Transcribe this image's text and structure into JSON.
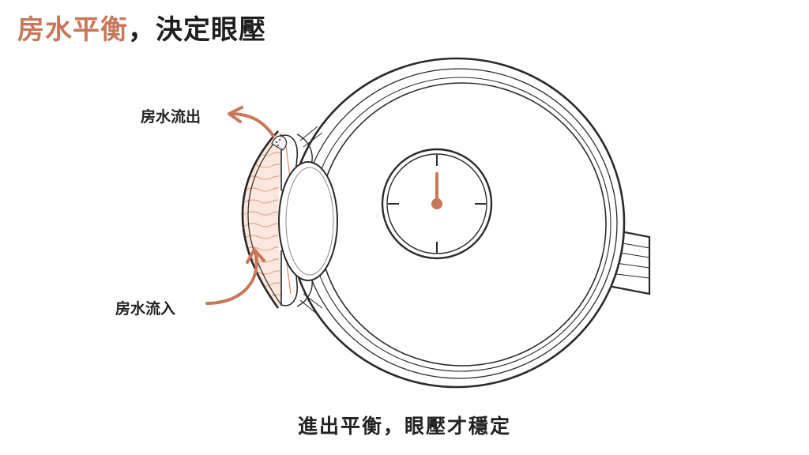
{
  "header": {
    "title_accent": "房水平衡",
    "title_rest": "，決定眼壓"
  },
  "labels": {
    "outflow": "房水流出",
    "inflow": "房水流入"
  },
  "caption": "進出平衡，眼壓才穩定",
  "icons": [
    "eye-cross-section",
    "pressure-gauge-icon",
    "outflow-arrow",
    "inflow-arrow"
  ],
  "colors": {
    "accent": "#c87758",
    "line": "#2a2a2a",
    "aqueous_fill": "#fbe7de"
  }
}
